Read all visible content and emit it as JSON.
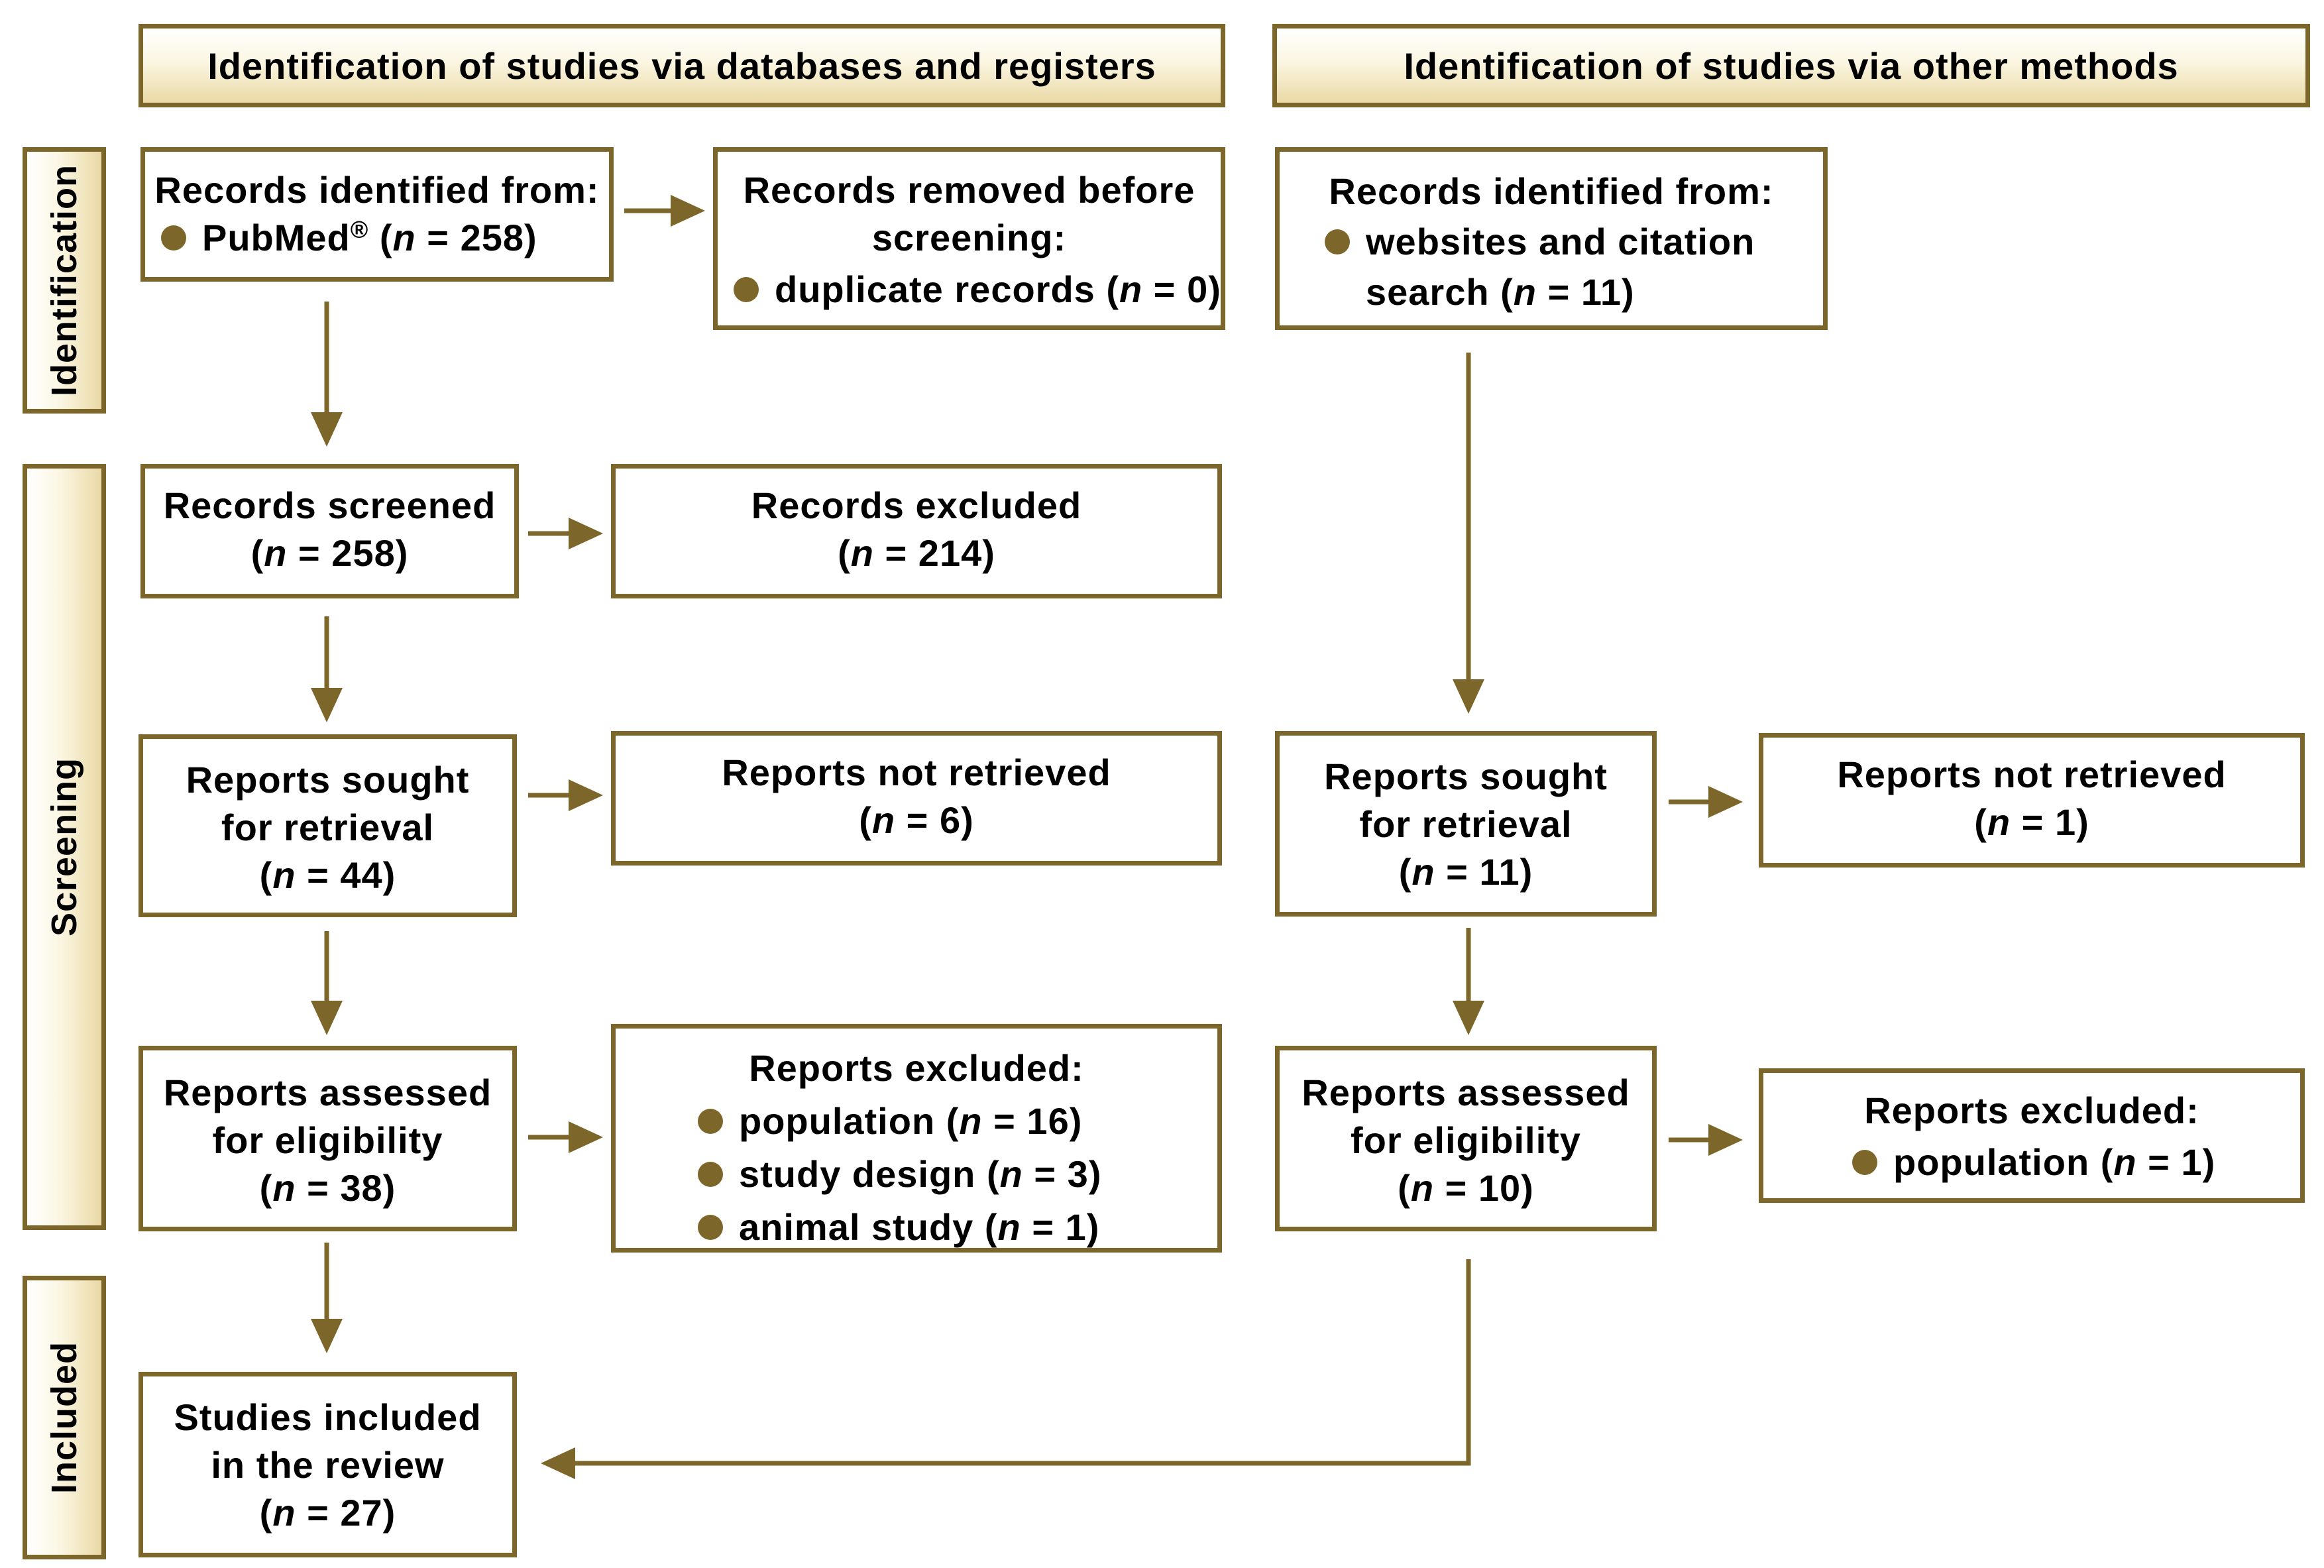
{
  "headers": {
    "databases": "Identification of studies via databases and registers",
    "other": "Identification of studies via other methods"
  },
  "phases": {
    "identification": "Identification",
    "screening": "Screening",
    "included": "Included"
  },
  "n_symbol": "n",
  "eq": " = ",
  "left": {
    "identified": {
      "title": "Records identified from:",
      "source": "PubMed",
      "source_mark": "®",
      "n": "258"
    },
    "removed": {
      "title_1": "Records removed before",
      "title_2": "screening:",
      "item": "duplicate records",
      "n": "0"
    },
    "screened": {
      "line1": "Records screened",
      "n": "258"
    },
    "excluded": {
      "line1": "Records excluded",
      "n": "214"
    },
    "sought": {
      "line1": "Reports sought",
      "line2": "for retrieval",
      "n": "44"
    },
    "not_retrieved": {
      "line1": "Reports not retrieved",
      "n": "6"
    },
    "assessed": {
      "line1": "Reports assessed",
      "line2": "for eligibility",
      "n": "38"
    },
    "reports_excluded": {
      "title": "Reports excluded:",
      "items": [
        {
          "label": "population",
          "n": "16"
        },
        {
          "label": "study design",
          "n": "3"
        },
        {
          "label": "animal study",
          "n": "1"
        }
      ]
    },
    "included": {
      "line1": "Studies included",
      "line2": "in the review",
      "n": "27"
    }
  },
  "right": {
    "identified": {
      "title": "Records identified from:",
      "item_1": "websites and citation",
      "item_2": "search",
      "n": "11"
    },
    "sought": {
      "line1": "Reports sought",
      "line2": "for retrieval",
      "n": "11"
    },
    "not_retrieved": {
      "line1": "Reports not retrieved",
      "n": "1"
    },
    "assessed": {
      "line1": "Reports assessed",
      "line2": "for eligibility",
      "n": "10"
    },
    "reports_excluded": {
      "title": "Reports excluded:",
      "items": [
        {
          "label": "population",
          "n": "1"
        }
      ]
    }
  },
  "colors": {
    "border": "#7d6629",
    "header_fill": "#ead9a6",
    "bullet": "#7d6629"
  }
}
